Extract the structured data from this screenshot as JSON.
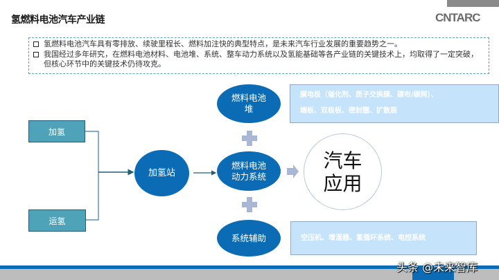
{
  "header": {
    "title": "氢燃料电池汽车产业链",
    "logo": "CNTARC"
  },
  "bullets": [
    "氢燃料电池汽车具有零排放、续驶里程长、燃料加注快的典型特点，是未来汽车行业发展的重要趋势之一。",
    "我国经过多年研究，在燃料电池材料、电池堆、系统、整车动力系统以及氢能基础等各产业链的关键技术上，均取得了一定突破，但核心环节中的关键技术仍待攻克。"
  ],
  "diagram": {
    "sources": [
      "加氢",
      "运氢"
    ],
    "station": "加氢站",
    "stack": {
      "label": "燃料电池堆",
      "line1": "燃料电池",
      "line2": "堆",
      "components": [
        "膜电极（催化剂、质子交换膜、碳布/碳网）、",
        "端板、双极板、密封圈、扩散层"
      ]
    },
    "power_system": {
      "line1": "燃料电池",
      "line2": "动力系统"
    },
    "auxiliary": {
      "label": "系统辅助",
      "components": "空压机、增湿器、氢循环系统、电控系统"
    },
    "application": {
      "line1": "汽车",
      "line2": "应用"
    }
  },
  "footer": {
    "watermark": "头条 @未来智库"
  },
  "colors": {
    "primary_blue": "#0b6cb5",
    "teal": "#4fa3b8",
    "light_blue": "#c5e3fb",
    "plus_gray": "#a9b7d4"
  }
}
